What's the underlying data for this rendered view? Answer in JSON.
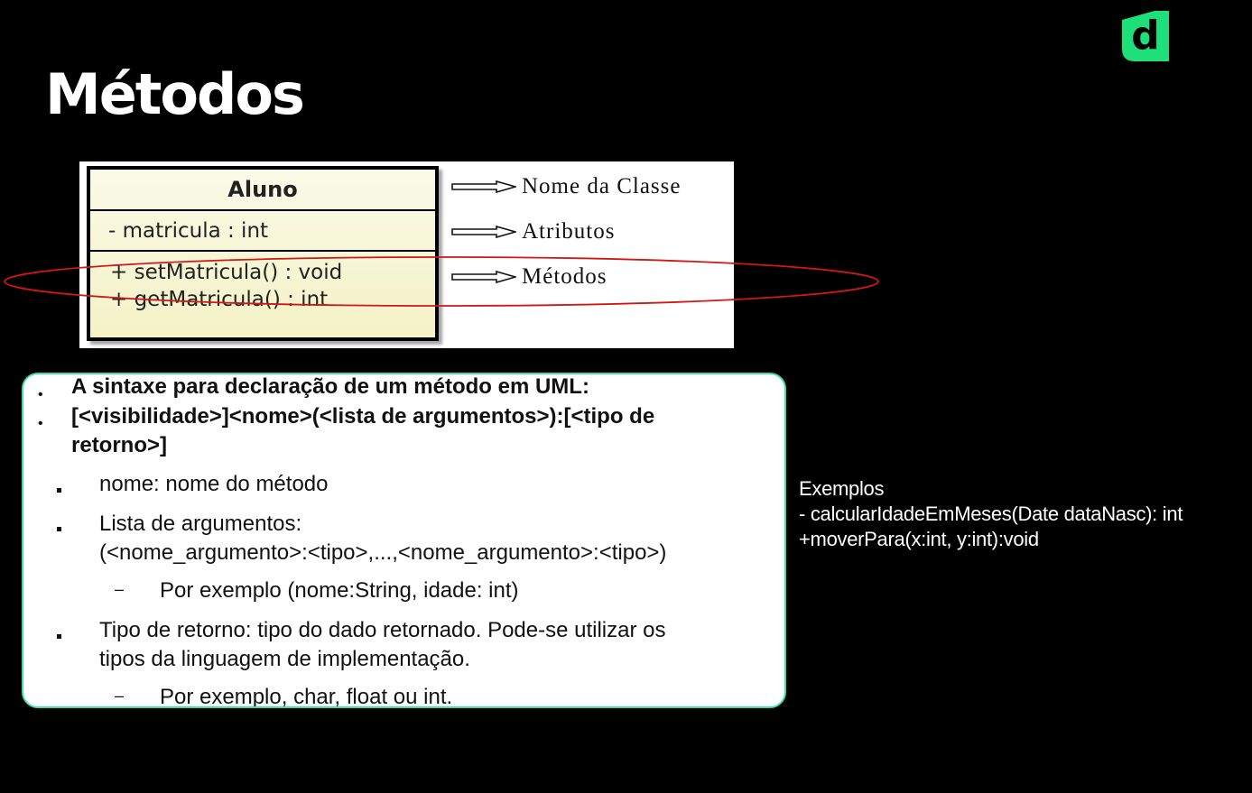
{
  "slide": {
    "title": "Métodos",
    "logo_icon": "dio-logo-icon",
    "logo_letter": "d",
    "accent_color": "#1de07a"
  },
  "uml": {
    "class_name": "Aluno",
    "attribute": "- matricula : int",
    "methods": [
      "+ setMatricula() : void",
      "+ getMatricula() : int"
    ],
    "labels": [
      "Nome da Classe",
      "Atributos",
      "Métodos"
    ],
    "highlight_color": "#d01818"
  },
  "syntax": {
    "line1": "A sintaxe para declaração de um método em UML:",
    "line2a": "[<visibilidade>]<nome>(<lista de argumentos>):[<tipo de",
    "line2b": "retorno>]",
    "item_nome": "nome: nome do método",
    "item_lista_a": "Lista de argumentos:",
    "item_lista_b": "(<nome_argumento>:<tipo>,...,<nome_argumento>:<tipo>)",
    "sub_lista": "Por exemplo (nome:String, idade: int)",
    "item_tipo_a": "Tipo de retorno: tipo do dado retornado. Pode-se utilizar os",
    "item_tipo_b": "tipos da linguagem de implementação.",
    "sub_tipo": "Por exemplo, char, float ou int."
  },
  "examples": {
    "heading": "Exemplos",
    "lines": [
      "- calcularIdadeEmMeses(Date dataNasc): int",
      "+moverPara(x:int, y:int):void"
    ]
  }
}
